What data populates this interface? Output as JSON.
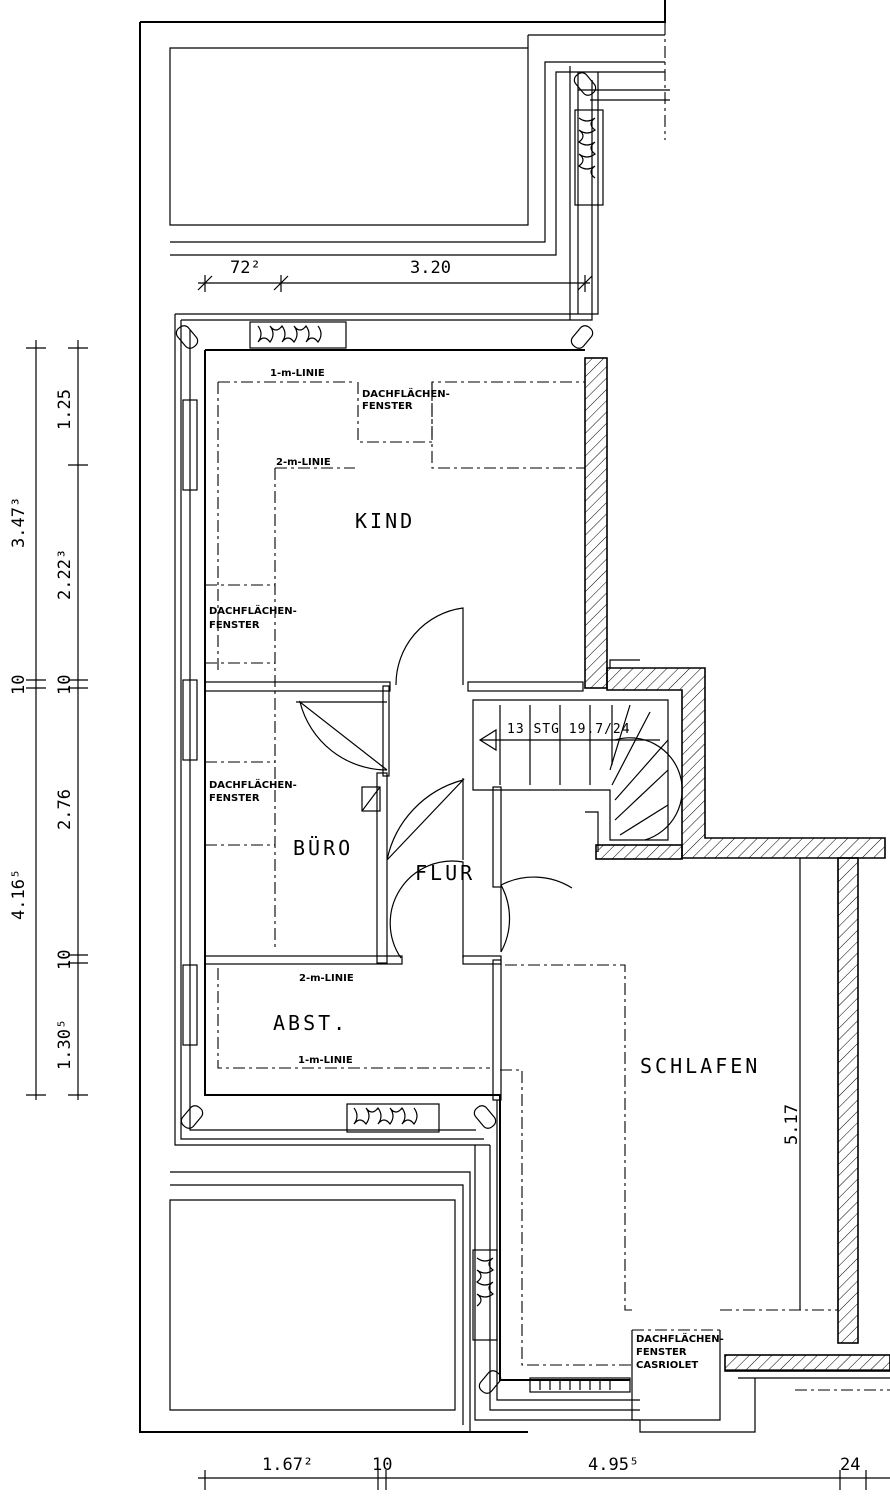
{
  "rooms": {
    "kind": "KIND",
    "buero": "BÜRO",
    "flur": "FLUR",
    "abst": "ABST.",
    "schlafen": "SCHLAFEN"
  },
  "annotations": {
    "linie_1m_top": "1-m-LINIE",
    "linie_2m_top": "2-m-LINIE",
    "dachfenster_kind_top": [
      "DACHFLÄCHEN-",
      "FENSTER"
    ],
    "dachfenster_kind_left": [
      "DACHFLÄCHEN-",
      "FENSTER"
    ],
    "dachfenster_buero": [
      "DACHFLÄCHEN-",
      "FENSTER"
    ],
    "linie_2m_bottom": "2-m-LINIE",
    "linie_1m_bottom": "1-m-LINIE",
    "dachfenster_schlafen": [
      "DACHFLÄCHEN-",
      "FENSTER",
      "CASRIOLET"
    ],
    "stair": "13 STG 19.7/24"
  },
  "dimensions": {
    "top_left": "72²",
    "top_right": "3.20",
    "left_outer_top": "3.47³",
    "left_outer_mid": "10",
    "left_outer_bottom": "4.16⁵",
    "left_inner_1": "1.25",
    "left_inner_2": "2.22³",
    "left_inner_3": "10",
    "left_inner_4": "2.76",
    "left_inner_5": "10",
    "left_inner_6": "1.30⁵",
    "bottom_1": "1.67²",
    "bottom_2": "10",
    "bottom_3": "4.95⁵",
    "bottom_4": "24",
    "schlafen_height": "5.17"
  }
}
